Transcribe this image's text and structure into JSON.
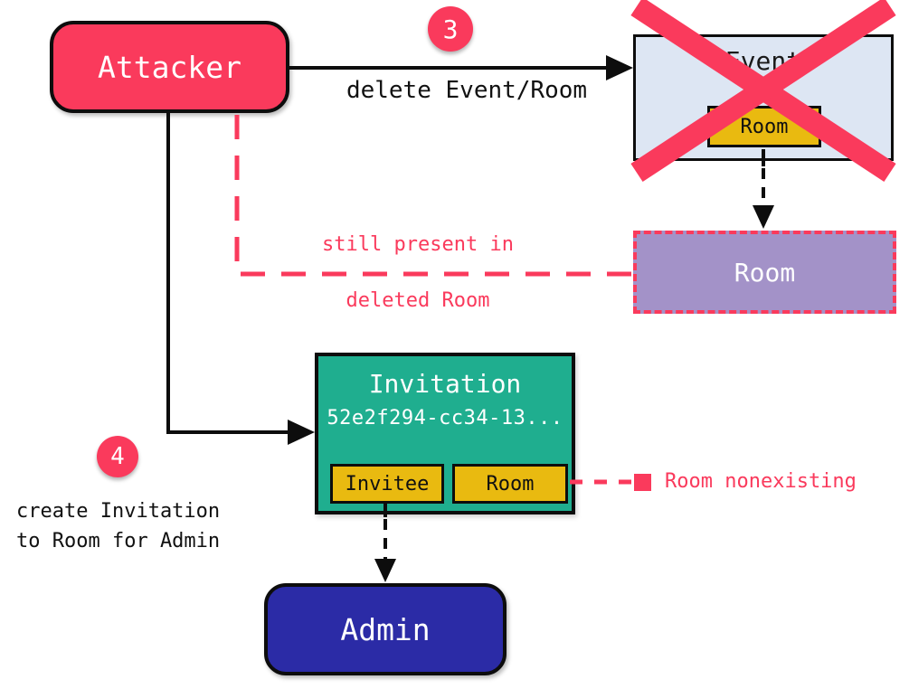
{
  "diagram": {
    "nodes": {
      "attacker": {
        "label": "Attacker"
      },
      "event": {
        "label": "Event",
        "room_field": "Room"
      },
      "deleted_room": {
        "label": "Room"
      },
      "invitation": {
        "label": "Invitation",
        "id": "52e2f294-cc34-13...",
        "invitee_field": "Invitee",
        "room_field": "Room"
      },
      "admin": {
        "label": "Admin"
      }
    },
    "steps": {
      "step3": {
        "badge": "3",
        "label": "delete Event/Room"
      },
      "step4": {
        "badge": "4",
        "label_line1": "create Invitation",
        "label_line2": "to Room for Admin"
      }
    },
    "annotations": {
      "still_present_line1": "still present in",
      "still_present_line2": "deleted Room",
      "room_nonexisting": "Room nonexisting"
    },
    "colors": {
      "red": "#fa3a5c",
      "teal": "#1fae8f",
      "yellow": "#e9ba10",
      "purple": "#a392c8",
      "event_blue": "#dde6f3",
      "admin_blue": "#2b2ba6",
      "line_black": "#0d0d0d"
    }
  }
}
